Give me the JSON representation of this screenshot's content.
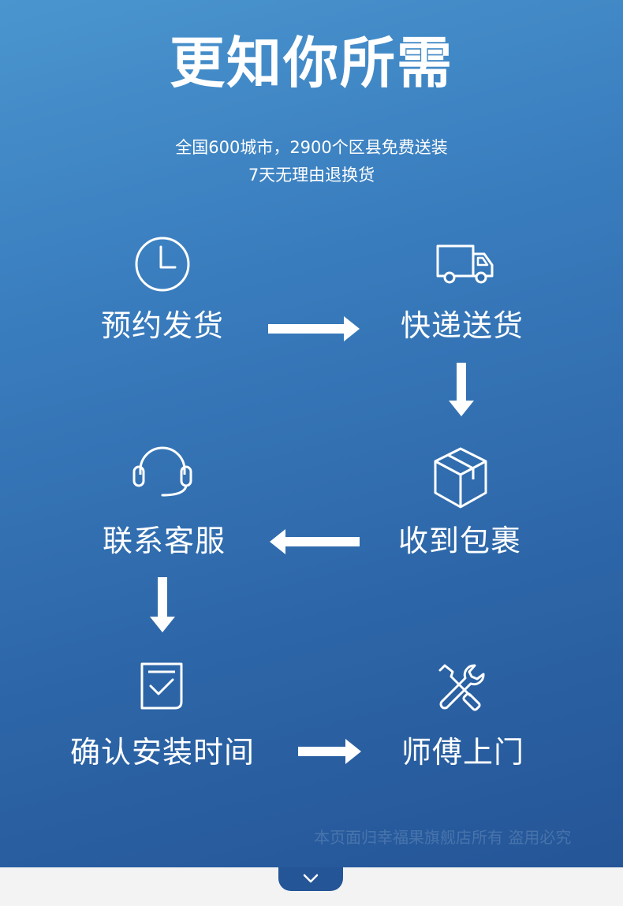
{
  "headline": "更知你所需",
  "subtitle": {
    "line1": "全国600城市，2900个区县免费送装",
    "line2": "7天无理由退换货"
  },
  "steps": {
    "reserve": {
      "label": "预约发货",
      "icon": "clock-icon"
    },
    "deliver": {
      "label": "快递送货",
      "icon": "truck-icon"
    },
    "receive": {
      "label": "收到包裹",
      "icon": "package-box-icon"
    },
    "contact": {
      "label": "联系客服",
      "icon": "headset-icon"
    },
    "confirm": {
      "label": "确认安装时间",
      "icon": "checklist-icon"
    },
    "install": {
      "label": "师傅上门",
      "icon": "wrench-screwdriver-icon"
    }
  },
  "watermark": "本页面归幸福果旗舰店所有  盗用必究",
  "scroll_tab": {
    "icon": "chevron-down-icon"
  },
  "colors": {
    "gradient_top": "#4a95cf",
    "gradient_bottom": "#245597",
    "foreground": "#ffffff",
    "page_background": "#f3f3f3"
  }
}
